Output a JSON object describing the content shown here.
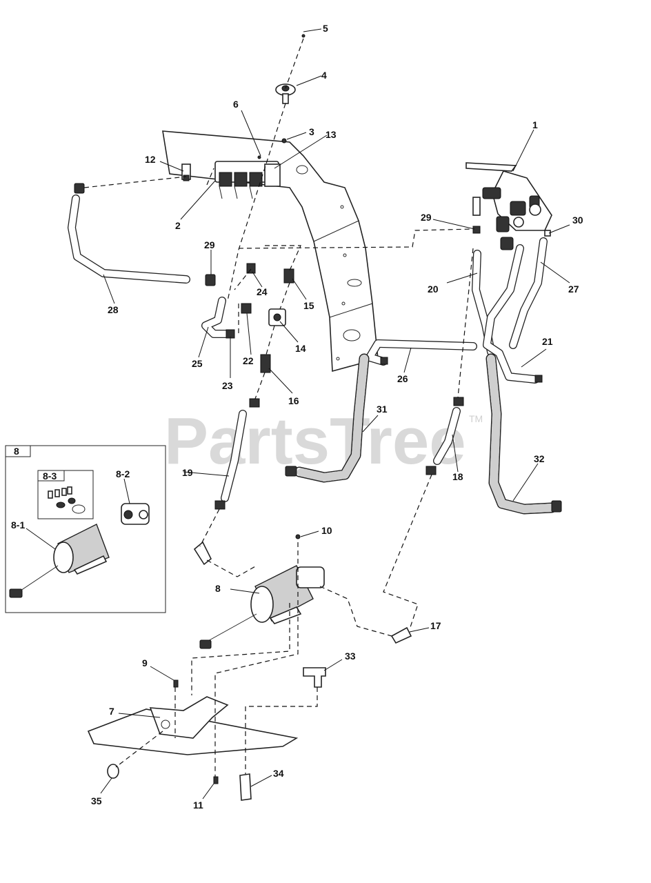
{
  "watermark": {
    "text": "PartsTree",
    "trademark": "TM"
  },
  "inset": {
    "title": "8",
    "subgroup": "8-3"
  },
  "callouts": [
    {
      "id": "1",
      "label": "1"
    },
    {
      "id": "2",
      "label": "2"
    },
    {
      "id": "3",
      "label": "3"
    },
    {
      "id": "4",
      "label": "4"
    },
    {
      "id": "5",
      "label": "5"
    },
    {
      "id": "6",
      "label": "6"
    },
    {
      "id": "7",
      "label": "7"
    },
    {
      "id": "8",
      "label": "8"
    },
    {
      "id": "9",
      "label": "9"
    },
    {
      "id": "10",
      "label": "10"
    },
    {
      "id": "11",
      "label": "11"
    },
    {
      "id": "12",
      "label": "12"
    },
    {
      "id": "13",
      "label": "13"
    },
    {
      "id": "14",
      "label": "14"
    },
    {
      "id": "15",
      "label": "15"
    },
    {
      "id": "16",
      "label": "16"
    },
    {
      "id": "17",
      "label": "17"
    },
    {
      "id": "18",
      "label": "18"
    },
    {
      "id": "19",
      "label": "19"
    },
    {
      "id": "20",
      "label": "20"
    },
    {
      "id": "21",
      "label": "21"
    },
    {
      "id": "22",
      "label": "22"
    },
    {
      "id": "23",
      "label": "23"
    },
    {
      "id": "24",
      "label": "24"
    },
    {
      "id": "25",
      "label": "25"
    },
    {
      "id": "26",
      "label": "26"
    },
    {
      "id": "27",
      "label": "27"
    },
    {
      "id": "28",
      "label": "28"
    },
    {
      "id": "29a",
      "label": "29"
    },
    {
      "id": "29b",
      "label": "29"
    },
    {
      "id": "30",
      "label": "30"
    },
    {
      "id": "31",
      "label": "31"
    },
    {
      "id": "32",
      "label": "32"
    },
    {
      "id": "33",
      "label": "33"
    },
    {
      "id": "34",
      "label": "34"
    },
    {
      "id": "35",
      "label": "35"
    },
    {
      "id": "8-1",
      "label": "8-1"
    },
    {
      "id": "8-2",
      "label": "8-2"
    }
  ]
}
